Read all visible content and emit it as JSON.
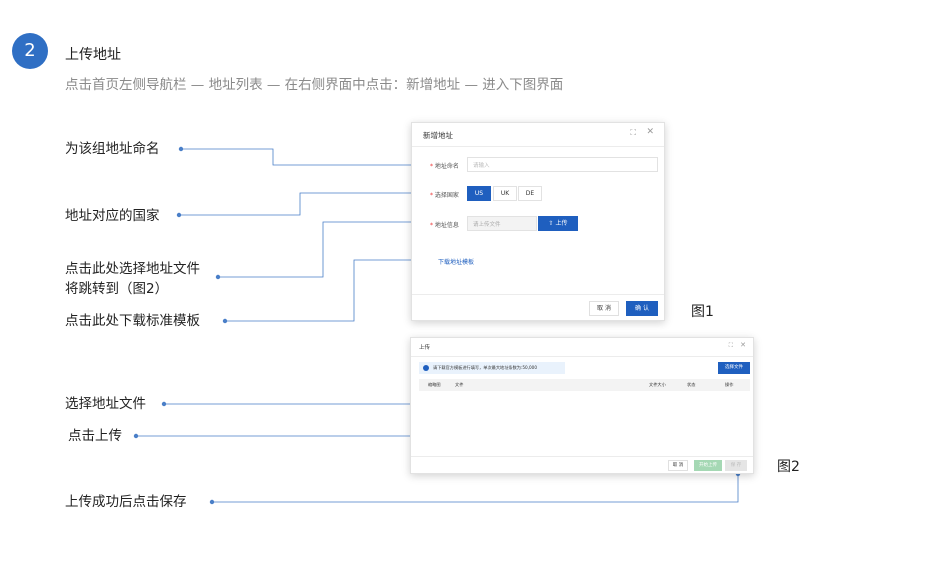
{
  "step": {
    "number": "2",
    "title": "上传地址",
    "description": "点击首页左侧导航栏  — 地址列表 — 在右侧界面中点击：新增地址 — 进入下图界面"
  },
  "annotations": {
    "name_group": "为该组地址命名",
    "country": "地址对应的国家",
    "choose_file_line1": "点击此处选择地址文件",
    "choose_file_line2": "将跳转到（图2）",
    "download_template": "点击此处下载标准模板",
    "select_file": "选择地址文件",
    "click_upload": "点击上传",
    "save_after_upload": "上传成功后点击保存"
  },
  "figure_labels": {
    "fig1": "图1",
    "fig2": "图2"
  },
  "dialog1": {
    "title": "新增地址",
    "name_label": "地址命名",
    "name_placeholder": "请输入",
    "country_label": "选择国家",
    "countries": [
      "US",
      "UK",
      "DE"
    ],
    "selected_country": "US",
    "info_label": "地址信息",
    "file_placeholder": "请上传文件",
    "upload_button": "上传",
    "download_link": "下载地址模板",
    "cancel_button": "取 消",
    "confirm_button": "确 认"
  },
  "dialog2": {
    "title": "上传",
    "tip": "请下载官方模板进行填写，单次最大地址条数为:50,000",
    "choose_file_button": "选择文件",
    "columns": [
      "缩略图",
      "文件",
      "文件大小",
      "状态",
      "操作"
    ],
    "cancel_button": "取 消",
    "start_upload_button": "开始上传",
    "save_button": "保 存"
  },
  "colors": {
    "accent": "#1f5fbf",
    "line": "#4a7fc8",
    "step_circle": "#2f6fc4"
  }
}
